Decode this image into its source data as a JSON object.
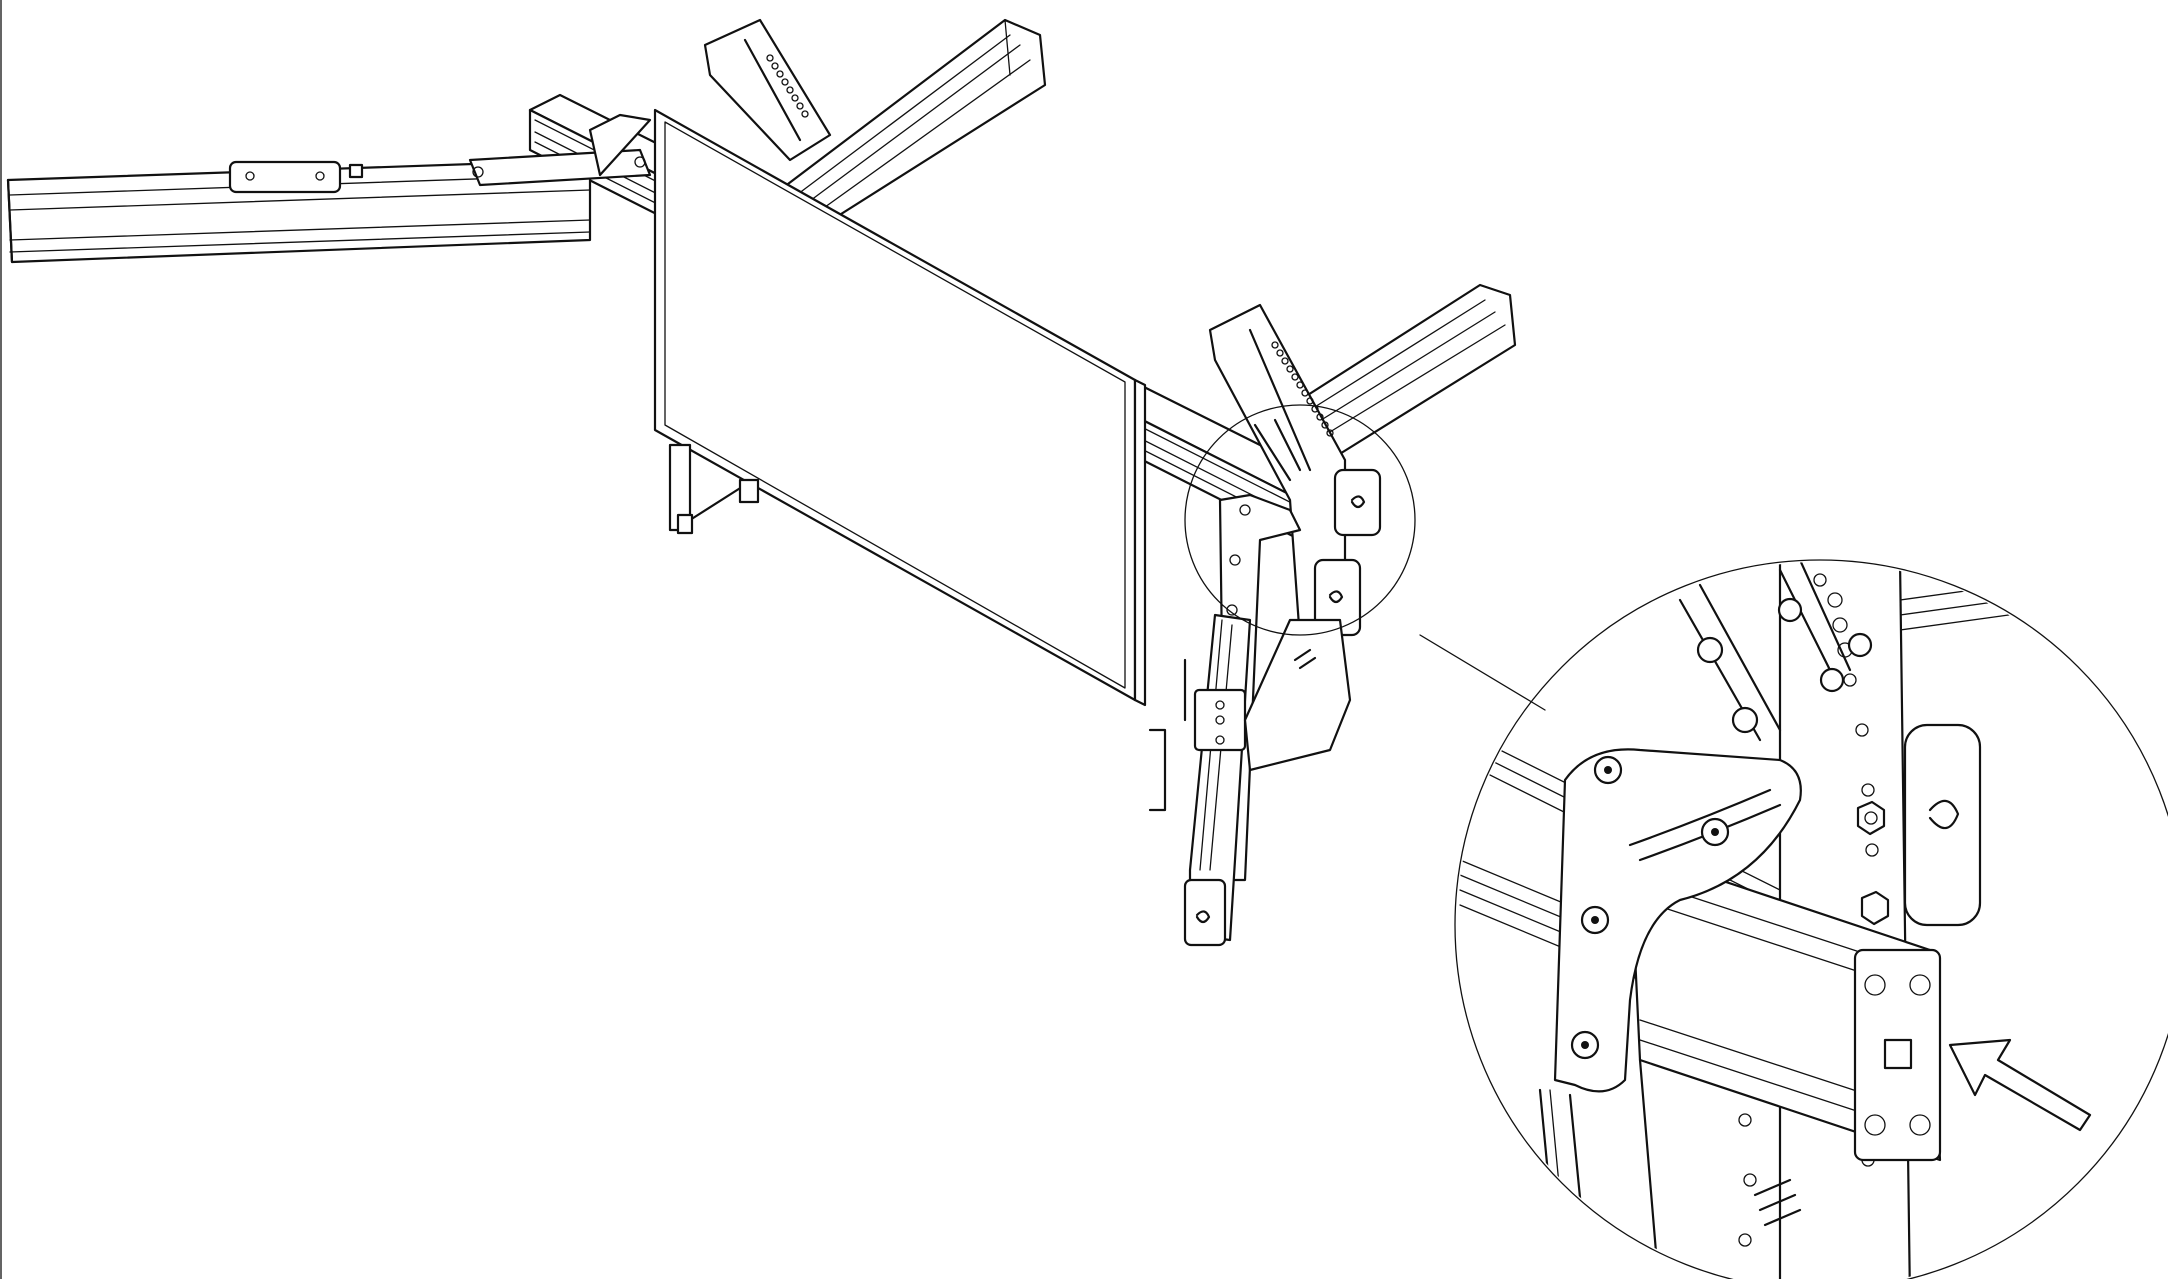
{
  "figure": {
    "kind": "line-drawing",
    "stroke_color": "#111111",
    "background_color": "#ffffff",
    "subjects": [
      "triple-monitor-mount",
      "aluminium-profile-bars",
      "monitor-panel",
      "mounting-bracket",
      "detail-callout",
      "insert-arrow"
    ]
  }
}
